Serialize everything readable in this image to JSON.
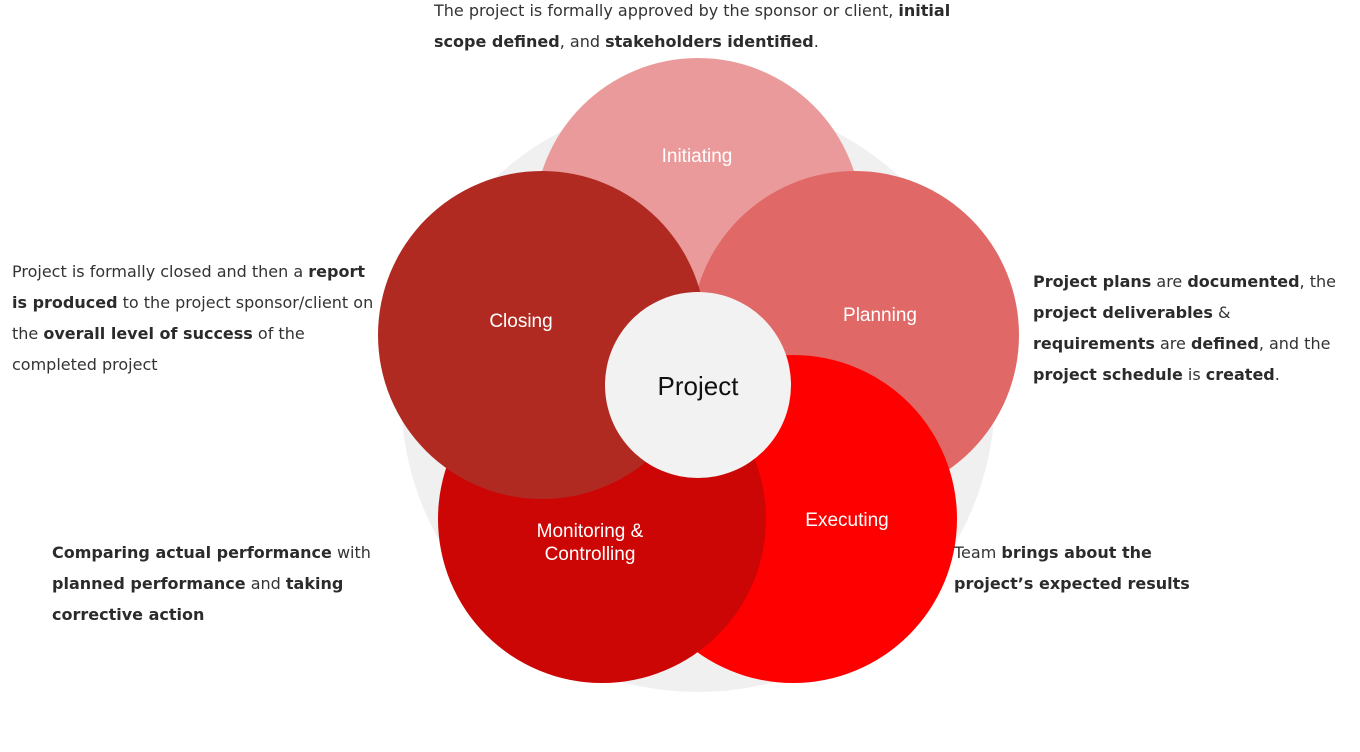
{
  "colors": {
    "ring": "#f0f0f0",
    "initiating": "#ea9a9a",
    "planning": "#e06866",
    "executing": "#ff0000",
    "monitoring": "#cc0505",
    "closing": "#b02a22",
    "center": "#f2f2f2"
  },
  "center": {
    "label": "Project"
  },
  "phases": {
    "initiating": {
      "label": "Initiating"
    },
    "planning": {
      "label": "Planning"
    },
    "executing": {
      "label": "Executing"
    },
    "monitoring": {
      "label_line1": "Monitoring &",
      "label_line2": "Controlling"
    },
    "closing": {
      "label": "Closing"
    }
  },
  "descriptions": {
    "initiating": {
      "t1": "The project is formally approved by the sponsor or client, ",
      "b1": "initial scope defined",
      "t2": ", and ",
      "b2": "stakeholders identified",
      "t3": "."
    },
    "closing": {
      "t1": "Project is formally closed and then a ",
      "b1": "report is produced",
      "t2": " to the project sponsor/client on the ",
      "b2": "overall level of success",
      "t3": " of the completed project"
    },
    "planning": {
      "b1": "Project plans",
      "t1": " are ",
      "b2": "documented",
      "t2": ", the ",
      "b3": "project deliverables",
      "t3": " & ",
      "b4": "requirements",
      "t4": " are ",
      "b5": "defined",
      "t5": ", and the ",
      "b6": "project schedule",
      "t6": " is ",
      "b7": "created",
      "t7": "."
    },
    "monitoring": {
      "b1": "Comparing actual performance",
      "t1": " with ",
      "b2": "planned performance",
      "t2": " and ",
      "b3": "taking corrective action"
    },
    "executing": {
      "t1": "Team ",
      "b1": "brings about the project’s expected results"
    }
  }
}
